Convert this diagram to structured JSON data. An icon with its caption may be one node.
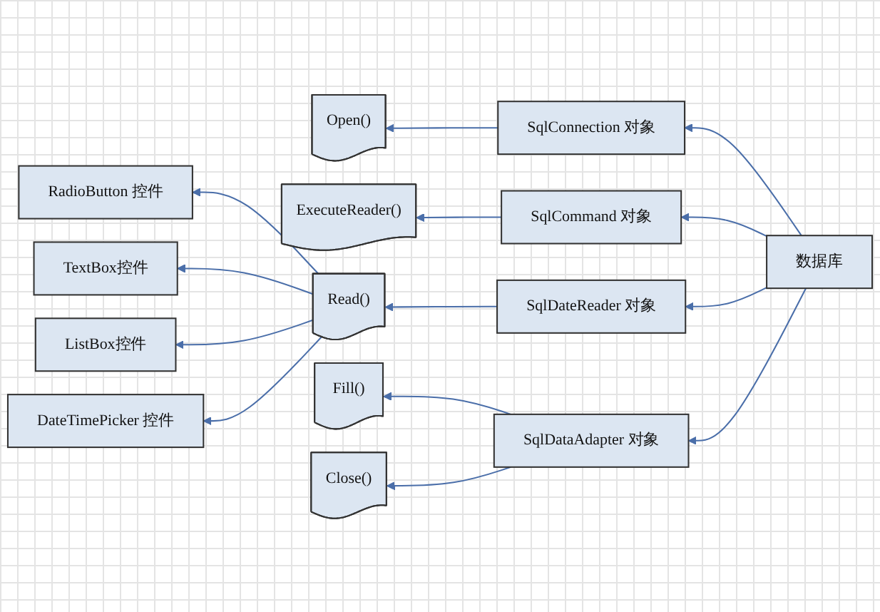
{
  "diagram": {
    "nodes": [
      {
        "text": [
          "Open()"
        ]
      },
      {
        "text": [
          "SqlConnection 对象"
        ]
      },
      {
        "text": [
          "ExecuteReader()"
        ]
      },
      {
        "text": [
          "SqlCommand 对象"
        ]
      },
      {
        "text": [
          "数据库"
        ]
      },
      {
        "text": [
          "RadioButton 控件"
        ]
      },
      {
        "text": [
          "Read()"
        ]
      },
      {
        "text": [
          "SqlDateReader 对象"
        ]
      },
      {
        "text": [
          "TextBox控件"
        ]
      },
      {
        "text": [
          "Fill()"
        ]
      },
      {
        "text": [
          "SqlDataAdapter 对象"
        ]
      },
      {
        "text": [
          "ListBox控件"
        ]
      },
      {
        "text": [
          "Close()"
        ]
      },
      {
        "text": [
          "DateTimePicker 控件"
        ]
      }
    ],
    "edges": [
      {
        "from": 1,
        "to": 0,
        "arrow": "to"
      },
      {
        "from": 4,
        "to": 1,
        "arrow": "to"
      },
      {
        "from": 3,
        "to": 2,
        "arrow": "to"
      },
      {
        "from": 4,
        "to": 3,
        "arrow": "to"
      },
      {
        "from": 6,
        "to": 5,
        "arrow": "to"
      },
      {
        "from": 7,
        "to": 6,
        "arrow": "to"
      },
      {
        "from": 4,
        "to": 7,
        "arrow": "to"
      },
      {
        "from": 6,
        "to": 8,
        "arrow": "to"
      },
      {
        "from": 10,
        "to": 9,
        "arrow": "to"
      },
      {
        "from": 4,
        "to": 10,
        "arrow": "to"
      },
      {
        "from": 6,
        "to": 11,
        "arrow": "to"
      },
      {
        "from": 10,
        "to": 12,
        "arrow": "to"
      },
      {
        "from": 6,
        "to": 13,
        "arrow": "to"
      }
    ]
  }
}
